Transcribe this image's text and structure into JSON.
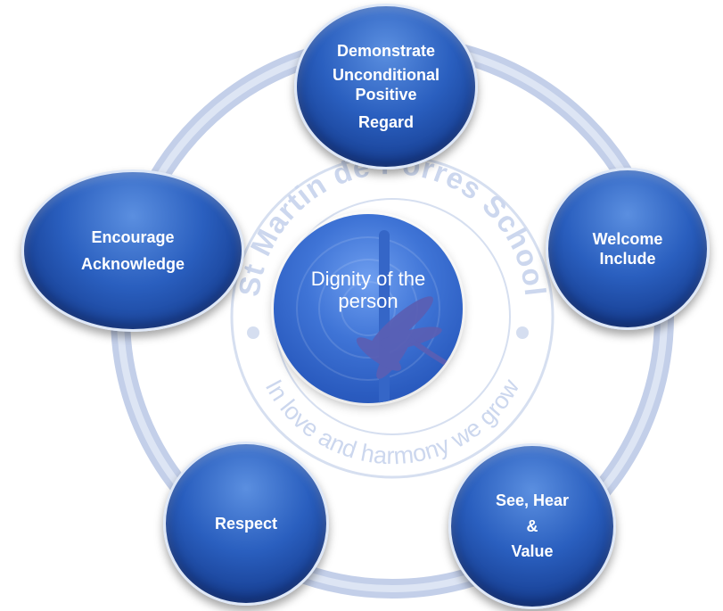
{
  "center": {
    "title_line1": "Dignity of the",
    "title_line2": "person"
  },
  "logo": {
    "school_name": "St Martin de Porres School",
    "motto": "In love and harmony we grow"
  },
  "nodes": [
    {
      "lines": [
        "Demonstrate",
        "Unconditional",
        "Positive",
        "Regard"
      ]
    },
    {
      "lines": [
        "Welcome",
        "Include"
      ]
    },
    {
      "lines": [
        "See, Hear",
        "&",
        "Value"
      ]
    },
    {
      "lines": [
        "Respect"
      ]
    },
    {
      "lines": [
        "Encourage",
        "Acknowledge"
      ]
    }
  ],
  "colors": {
    "node_fill": "#2a5fbf",
    "ring": "#b8c6e6",
    "center_fill": "#3f74d6",
    "logo_text": "#c9d4ec",
    "dragonfly": "#5b5fb3"
  },
  "icons": {
    "cross": "cross-icon",
    "dragonfly": "dragonfly-icon"
  }
}
